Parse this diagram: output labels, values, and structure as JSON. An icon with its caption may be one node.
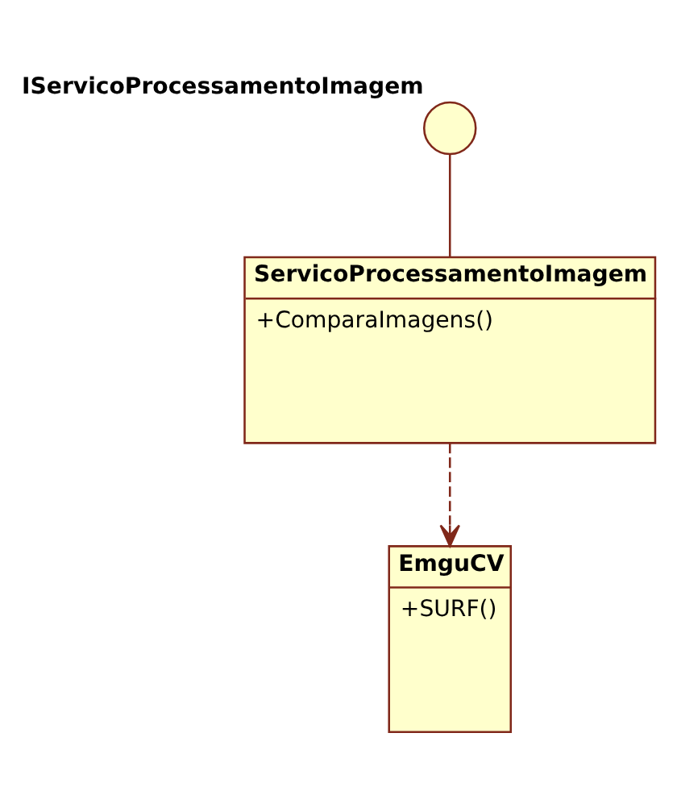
{
  "diagram": {
    "nodes": [
      {
        "text": [
          "IServicoProcessamentoImagem"
        ]
      },
      {
        "text": [
          "ServicoProcessamentoImagem",
          "+ComparaImagens()"
        ]
      },
      {
        "text": [
          "EmguCV",
          "+SURF()"
        ]
      }
    ],
    "edges": [
      {
        "from": 0,
        "to": 1,
        "arrow": "none"
      },
      {
        "from": 1,
        "to": 2,
        "arrow": "to",
        "style": "dashed"
      }
    ]
  }
}
